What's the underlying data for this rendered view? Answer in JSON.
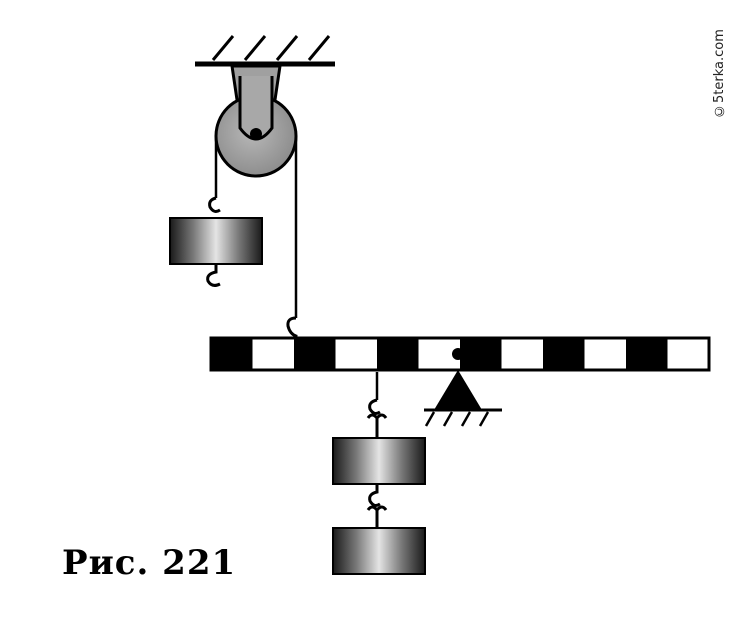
{
  "figure": {
    "caption": "Рис. 221",
    "watermark": "©5terka.com"
  },
  "lever": {
    "segments": 12,
    "pattern": [
      "dark",
      "light"
    ]
  },
  "colors": {
    "ink": "#000000",
    "pulley_fill": "#9a9a9a",
    "weight_light": "#d8d8d8",
    "weight_dark": "#222222"
  }
}
